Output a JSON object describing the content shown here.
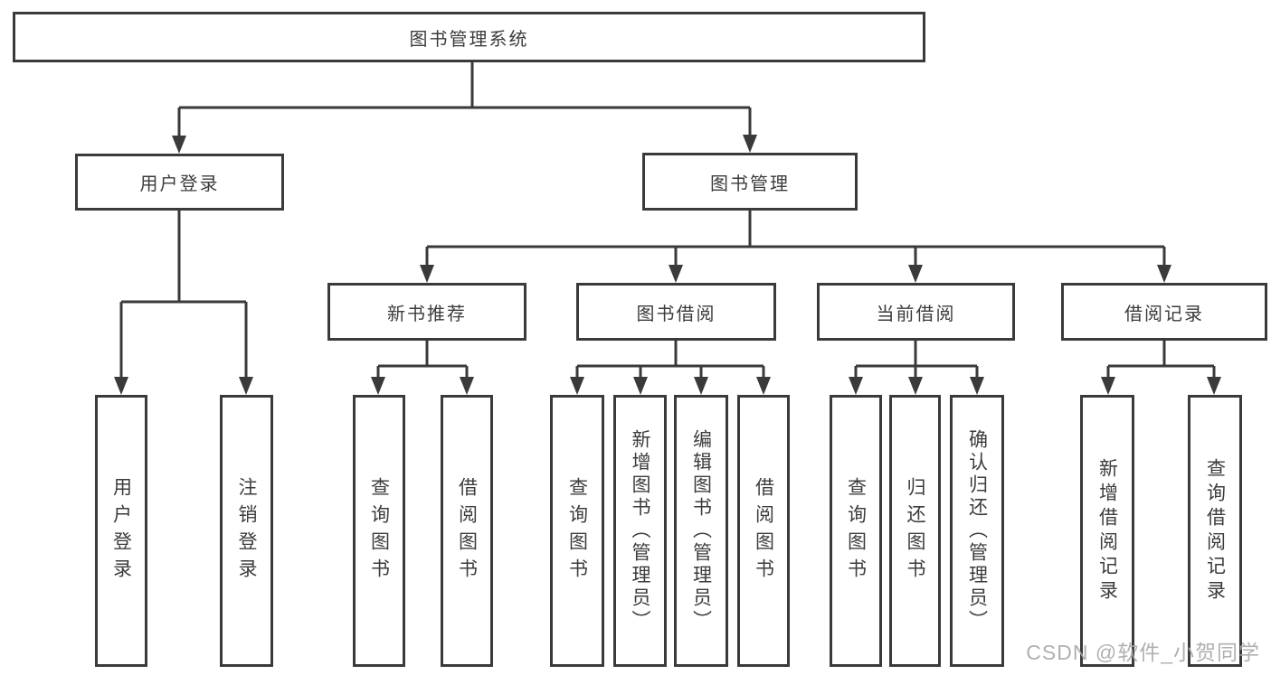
{
  "nodes": {
    "root": {
      "label": "图书管理系统"
    },
    "user_login": {
      "label": "用户登录"
    },
    "book_mgmt": {
      "label": "图书管理"
    },
    "new_book_rec": {
      "label": "新书推荐"
    },
    "book_borrow": {
      "label": "图书借阅"
    },
    "current_borrow": {
      "label": "当前借阅"
    },
    "borrow_record": {
      "label": "借阅记录"
    },
    "leaf_user_login": {
      "label": "用户登录"
    },
    "leaf_logout": {
      "label": "注销登录"
    },
    "leaf_query_book_rec": {
      "label": "查询图书"
    },
    "leaf_borrow_book_rec": {
      "label": "借阅图书"
    },
    "leaf_query_book_borrow": {
      "label": "查询图书"
    },
    "leaf_add_book": {
      "label": "新增图书（管理员）"
    },
    "leaf_edit_book": {
      "label": "编辑图书（管理员）"
    },
    "leaf_borrow_book_borrow": {
      "label": "借阅图书"
    },
    "leaf_query_book_current": {
      "label": "查询图书"
    },
    "leaf_return_book": {
      "label": "归还图书"
    },
    "leaf_confirm_return": {
      "label": "确认归还（管理员）"
    },
    "leaf_add_borrow_record": {
      "label": "新增借阅记录"
    },
    "leaf_query_borrow_record": {
      "label": "查询借阅记录"
    }
  },
  "structure": {
    "root": [
      "user_login",
      "book_mgmt"
    ],
    "user_login": [
      "leaf_user_login",
      "leaf_logout"
    ],
    "book_mgmt": [
      "new_book_rec",
      "book_borrow",
      "current_borrow",
      "borrow_record"
    ],
    "new_book_rec": [
      "leaf_query_book_rec",
      "leaf_borrow_book_rec"
    ],
    "book_borrow": [
      "leaf_query_book_borrow",
      "leaf_add_book",
      "leaf_edit_book",
      "leaf_borrow_book_borrow"
    ],
    "current_borrow": [
      "leaf_query_book_current",
      "leaf_return_book",
      "leaf_confirm_return"
    ],
    "borrow_record": [
      "leaf_add_borrow_record",
      "leaf_query_borrow_record"
    ]
  },
  "watermark": {
    "text": "CSDN @软件_小贺同学"
  },
  "colors": {
    "line": "#3a3a3a",
    "box_background": "#ffffff",
    "text": "#3c3c3c",
    "watermark": "#a8a8a8"
  }
}
